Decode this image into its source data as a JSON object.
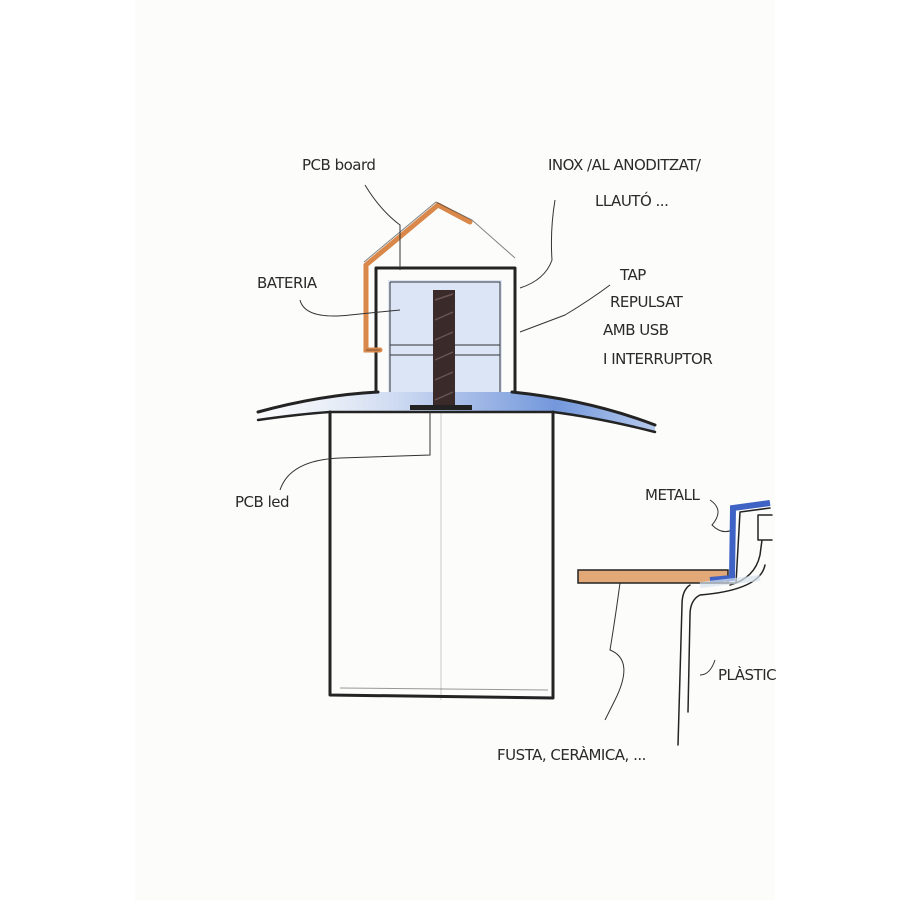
{
  "labels": {
    "pcb_board": "PCB board",
    "inox_line1": "INOX /AL ANODITZAT/",
    "inox_line2": "LLAUTÓ ...",
    "bateria": "BATERIA",
    "tap_line1": "TAP",
    "tap_line2": "REPULSAT",
    "tap_line3": "AMB USB",
    "tap_line4": "I INTERRUPTOR",
    "pcb_led": "PCB led",
    "metall": "METALL",
    "plastic": "PLÀSTIC",
    "fusta": "FUSTA, CERÀMICA, ..."
  },
  "colors": {
    "ink": "#232323",
    "copper": "#d9884a",
    "blue_shade": "#5b86d6",
    "wood": "#e2a877",
    "metal_blue": "#3f63c4"
  }
}
